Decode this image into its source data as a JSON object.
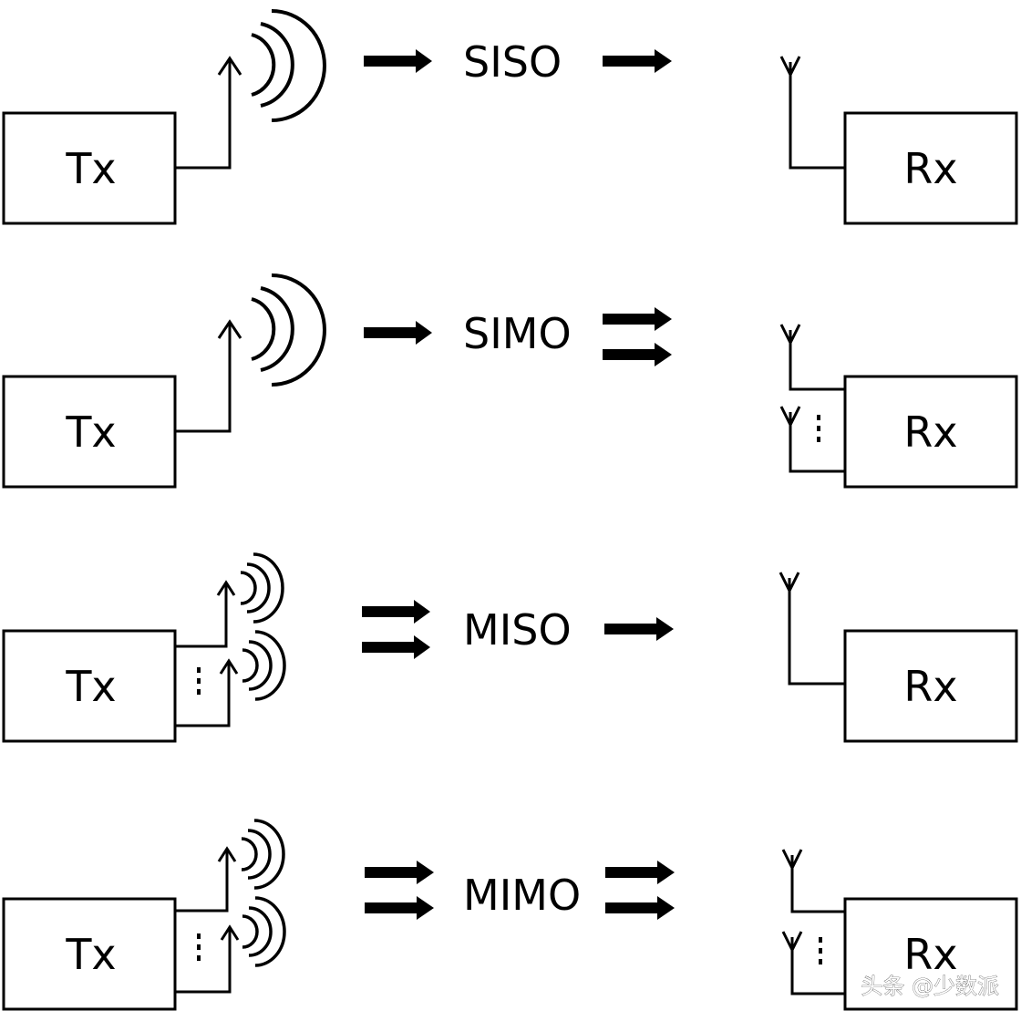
{
  "diagram": {
    "rows": [
      {
        "mode": "SISO",
        "tx_label": "Tx",
        "rx_label": "Rx",
        "tx_antennas": "single",
        "rx_antennas": "single"
      },
      {
        "mode": "SIMO",
        "tx_label": "Tx",
        "rx_label": "Rx",
        "tx_antennas": "single",
        "rx_antennas": "multiple"
      },
      {
        "mode": "MISO",
        "tx_label": "Tx",
        "rx_label": "Rx",
        "tx_antennas": "multiple",
        "rx_antennas": "single"
      },
      {
        "mode": "MIMO",
        "tx_label": "Tx",
        "rx_label": "Rx",
        "tx_antennas": "multiple",
        "rx_antennas": "multiple"
      }
    ]
  },
  "watermark": {
    "text": "头条 @少数派"
  },
  "colors": {
    "stroke": "#000000",
    "background": "#ffffff"
  }
}
